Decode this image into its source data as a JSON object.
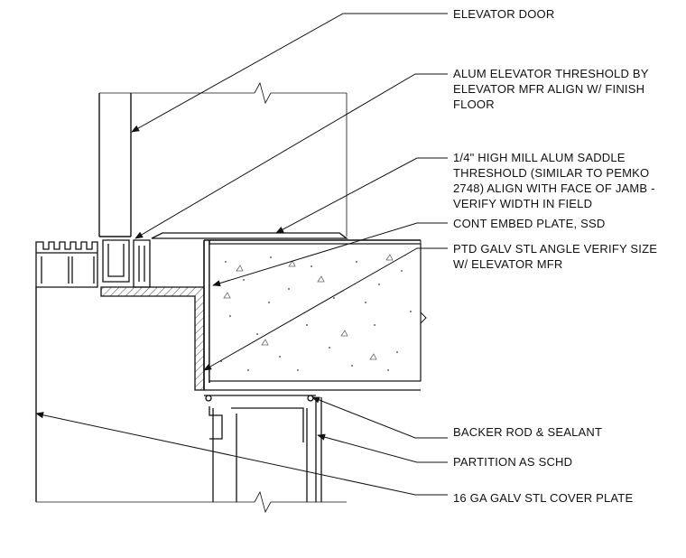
{
  "callouts": {
    "elevator_door": [
      "ELEVATOR DOOR"
    ],
    "alum_threshold": [
      "ALUM ELEVATOR THRESHOLD BY",
      "ELEVATOR MFR ALIGN W/ FINISH",
      "FLOOR"
    ],
    "saddle_threshold": [
      "1/4\" HIGH MILL ALUM SADDLE",
      "THRESHOLD (SIMILAR TO PEMKO",
      "2748) ALIGN WITH FACE OF JAMB -",
      "VERIFY WIDTH IN FIELD"
    ],
    "embed_plate": [
      "CONT EMBED PLATE, SSD"
    ],
    "galv_angle": [
      "PTD GALV STL ANGLE VERIFY SIZE",
      "W/ ELEVATOR MFR"
    ],
    "backer_rod": [
      "BACKER ROD & SEALANT"
    ],
    "partition": [
      "PARTITION AS SCHD"
    ],
    "cover_plate": [
      "16 GA GALV STL COVER PLATE"
    ]
  }
}
